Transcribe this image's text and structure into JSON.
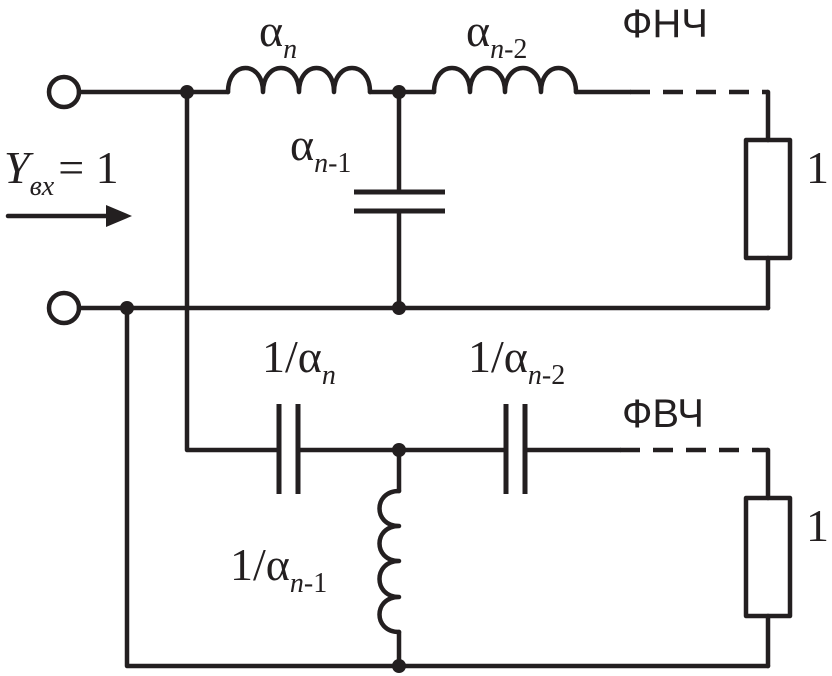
{
  "input": {
    "symbol": "Y",
    "subscript": "вх",
    "equals_value": "= 1"
  },
  "lpf": {
    "label": "ФНЧ",
    "l1": {
      "base": "α",
      "sub": "n"
    },
    "l2": {
      "base": "α",
      "sub_italic": "n",
      "sub_rest": "-2"
    },
    "c1": {
      "base": "α",
      "sub_italic": "n",
      "sub_rest": "-1"
    },
    "load": "1"
  },
  "hpf": {
    "label": "ФВЧ",
    "c1": {
      "prefix": "1/",
      "base": "α",
      "sub": "n"
    },
    "c2": {
      "prefix": "1/",
      "base": "α",
      "sub_italic": "n",
      "sub_rest": "-2"
    },
    "l1": {
      "prefix": "1/",
      "base": "α",
      "sub_italic": "n",
      "sub_rest": "-1"
    },
    "load": "1"
  }
}
